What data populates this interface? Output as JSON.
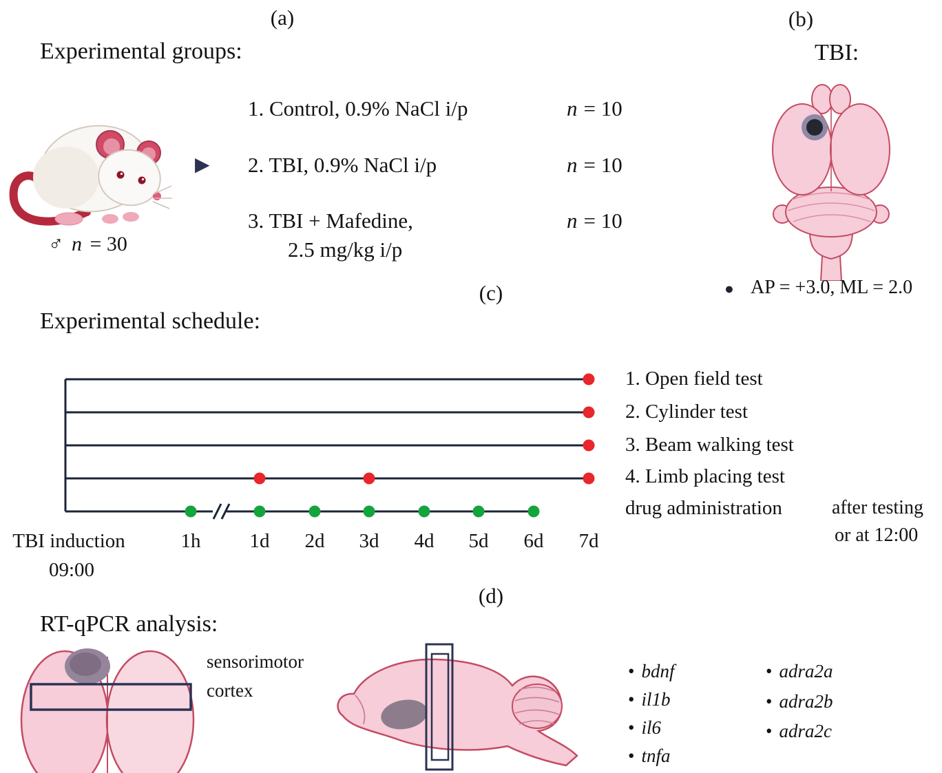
{
  "panel_a": {
    "tag": "(a)",
    "title": "Experimental groups:",
    "male_symbol": "♂",
    "n_symbol": "n",
    "n_total": "= 30",
    "arrow_icon": "▶",
    "groups": [
      {
        "text": "1. Control, 0.9% NaCl i/p",
        "count": "= 10"
      },
      {
        "text": "2. TBI, 0.9% NaCl i/p",
        "count": "= 10"
      },
      {
        "text": "3. TBI + Mafedine,",
        "text2": "2.5 mg/kg i/p",
        "count": "= 10"
      }
    ],
    "rat_image": "white-rat-illustration"
  },
  "panel_b": {
    "tag": "(b)",
    "title": "TBI:",
    "marker_icon": "●",
    "coords": "AP = +3.0, ML = 2.0",
    "brain_image": "rat-brain-dorsal-view-with-impact-site"
  },
  "panel_c": {
    "tag": "(c)",
    "title": "Experimental schedule:",
    "origin_line1": "TBI induction",
    "origin_line2": "09:00",
    "ticks": [
      "1h",
      "1d",
      "2d",
      "3d",
      "4d",
      "5d",
      "6d",
      "7d"
    ],
    "rows": [
      {
        "label": "1. Open field test",
        "dot_color": "red",
        "dots": [
          "7d"
        ]
      },
      {
        "label": "2. Cylinder test",
        "dot_color": "red",
        "dots": [
          "7d"
        ]
      },
      {
        "label": "3. Beam walking test",
        "dot_color": "red",
        "dots": [
          "7d"
        ]
      },
      {
        "label": "4. Limb placing test",
        "dot_color": "red",
        "dots": [
          "1d",
          "3d",
          "7d"
        ]
      },
      {
        "label": "drug administration",
        "dot_color": "green",
        "dots": [
          "1h",
          "1d",
          "2d",
          "3d",
          "4d",
          "5d",
          "6d"
        ]
      }
    ],
    "axis_break_after": "1h",
    "note_line1": "after testing",
    "note_line2": "or at 12:00",
    "colors": {
      "red_dot": "#e8262b",
      "green_dot": "#14a43c",
      "line": "#1d2438"
    }
  },
  "panel_d": {
    "tag": "(d)",
    "title": "RT-qPCR analysis:",
    "region_label_line1": "sensorimotor",
    "region_label_line2": "cortex",
    "bullet": "•",
    "genes_col1": [
      "bdnf",
      "il1b",
      "il6",
      "tnfa"
    ],
    "genes_col2": [
      "adra2a",
      "adra2b",
      "adra2c"
    ],
    "brain_top_image": "rat-brain-top-view-with-section-box",
    "brain_side_image": "rat-brain-side-view-with-section-box"
  }
}
